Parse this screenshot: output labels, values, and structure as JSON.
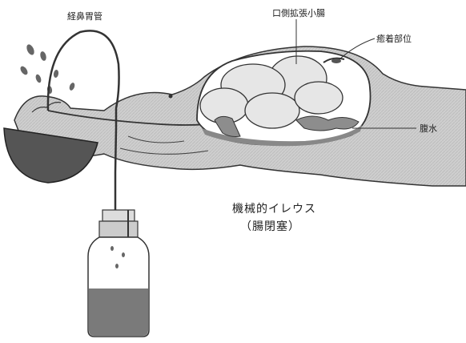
{
  "labels": {
    "tube": "経鼻胃管",
    "dilated_bowel": "口側拡張小腸",
    "adhesion_site": "癒着部位",
    "ascites": "腹水",
    "title_line1": "機械的イレウス",
    "title_line2": "（腸閉塞）"
  }
}
